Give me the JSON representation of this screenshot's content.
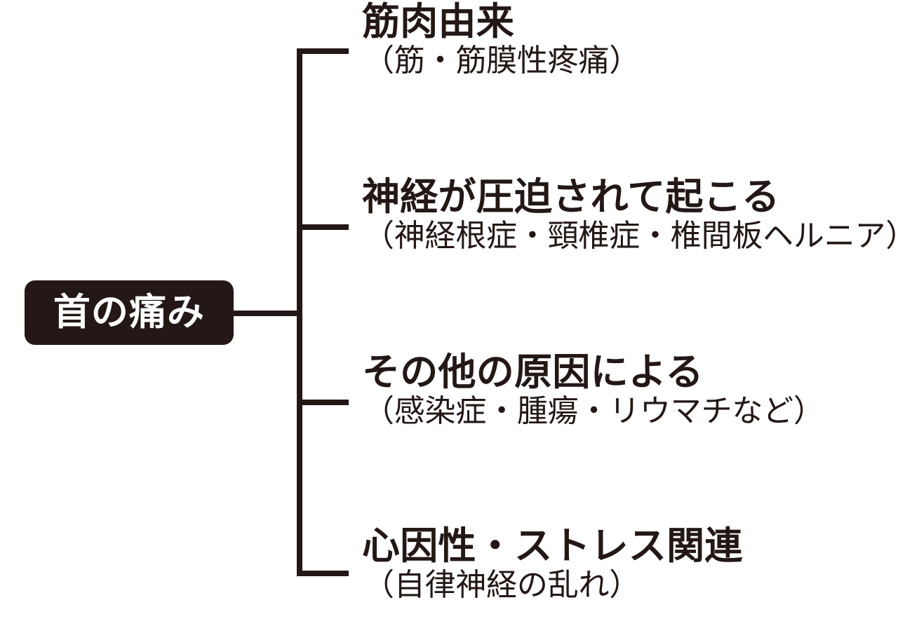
{
  "diagram": {
    "type": "tree-mindmap",
    "orientation": "left-to-right",
    "title_text": "首の痛み",
    "colors": {
      "ink": "#231815",
      "background": "#ffffff",
      "root_box_fill": "#231815",
      "root_box_text": "#ffffff"
    },
    "root": {
      "label": "首の痛み"
    },
    "branches": [
      {
        "title": "筋肉由来",
        "subtitle": "（筋・筋膜性疼痛）"
      },
      {
        "title": "神経が圧迫されて起こる",
        "subtitle": "（神経根症・頸椎症・椎間板ヘルニア）"
      },
      {
        "title": "その他の原因による",
        "subtitle": "（感染症・腫瘍・リウマチなど）"
      },
      {
        "title": "心因性・ストレス関連",
        "subtitle": "（自律神経の乱れ）"
      }
    ]
  }
}
